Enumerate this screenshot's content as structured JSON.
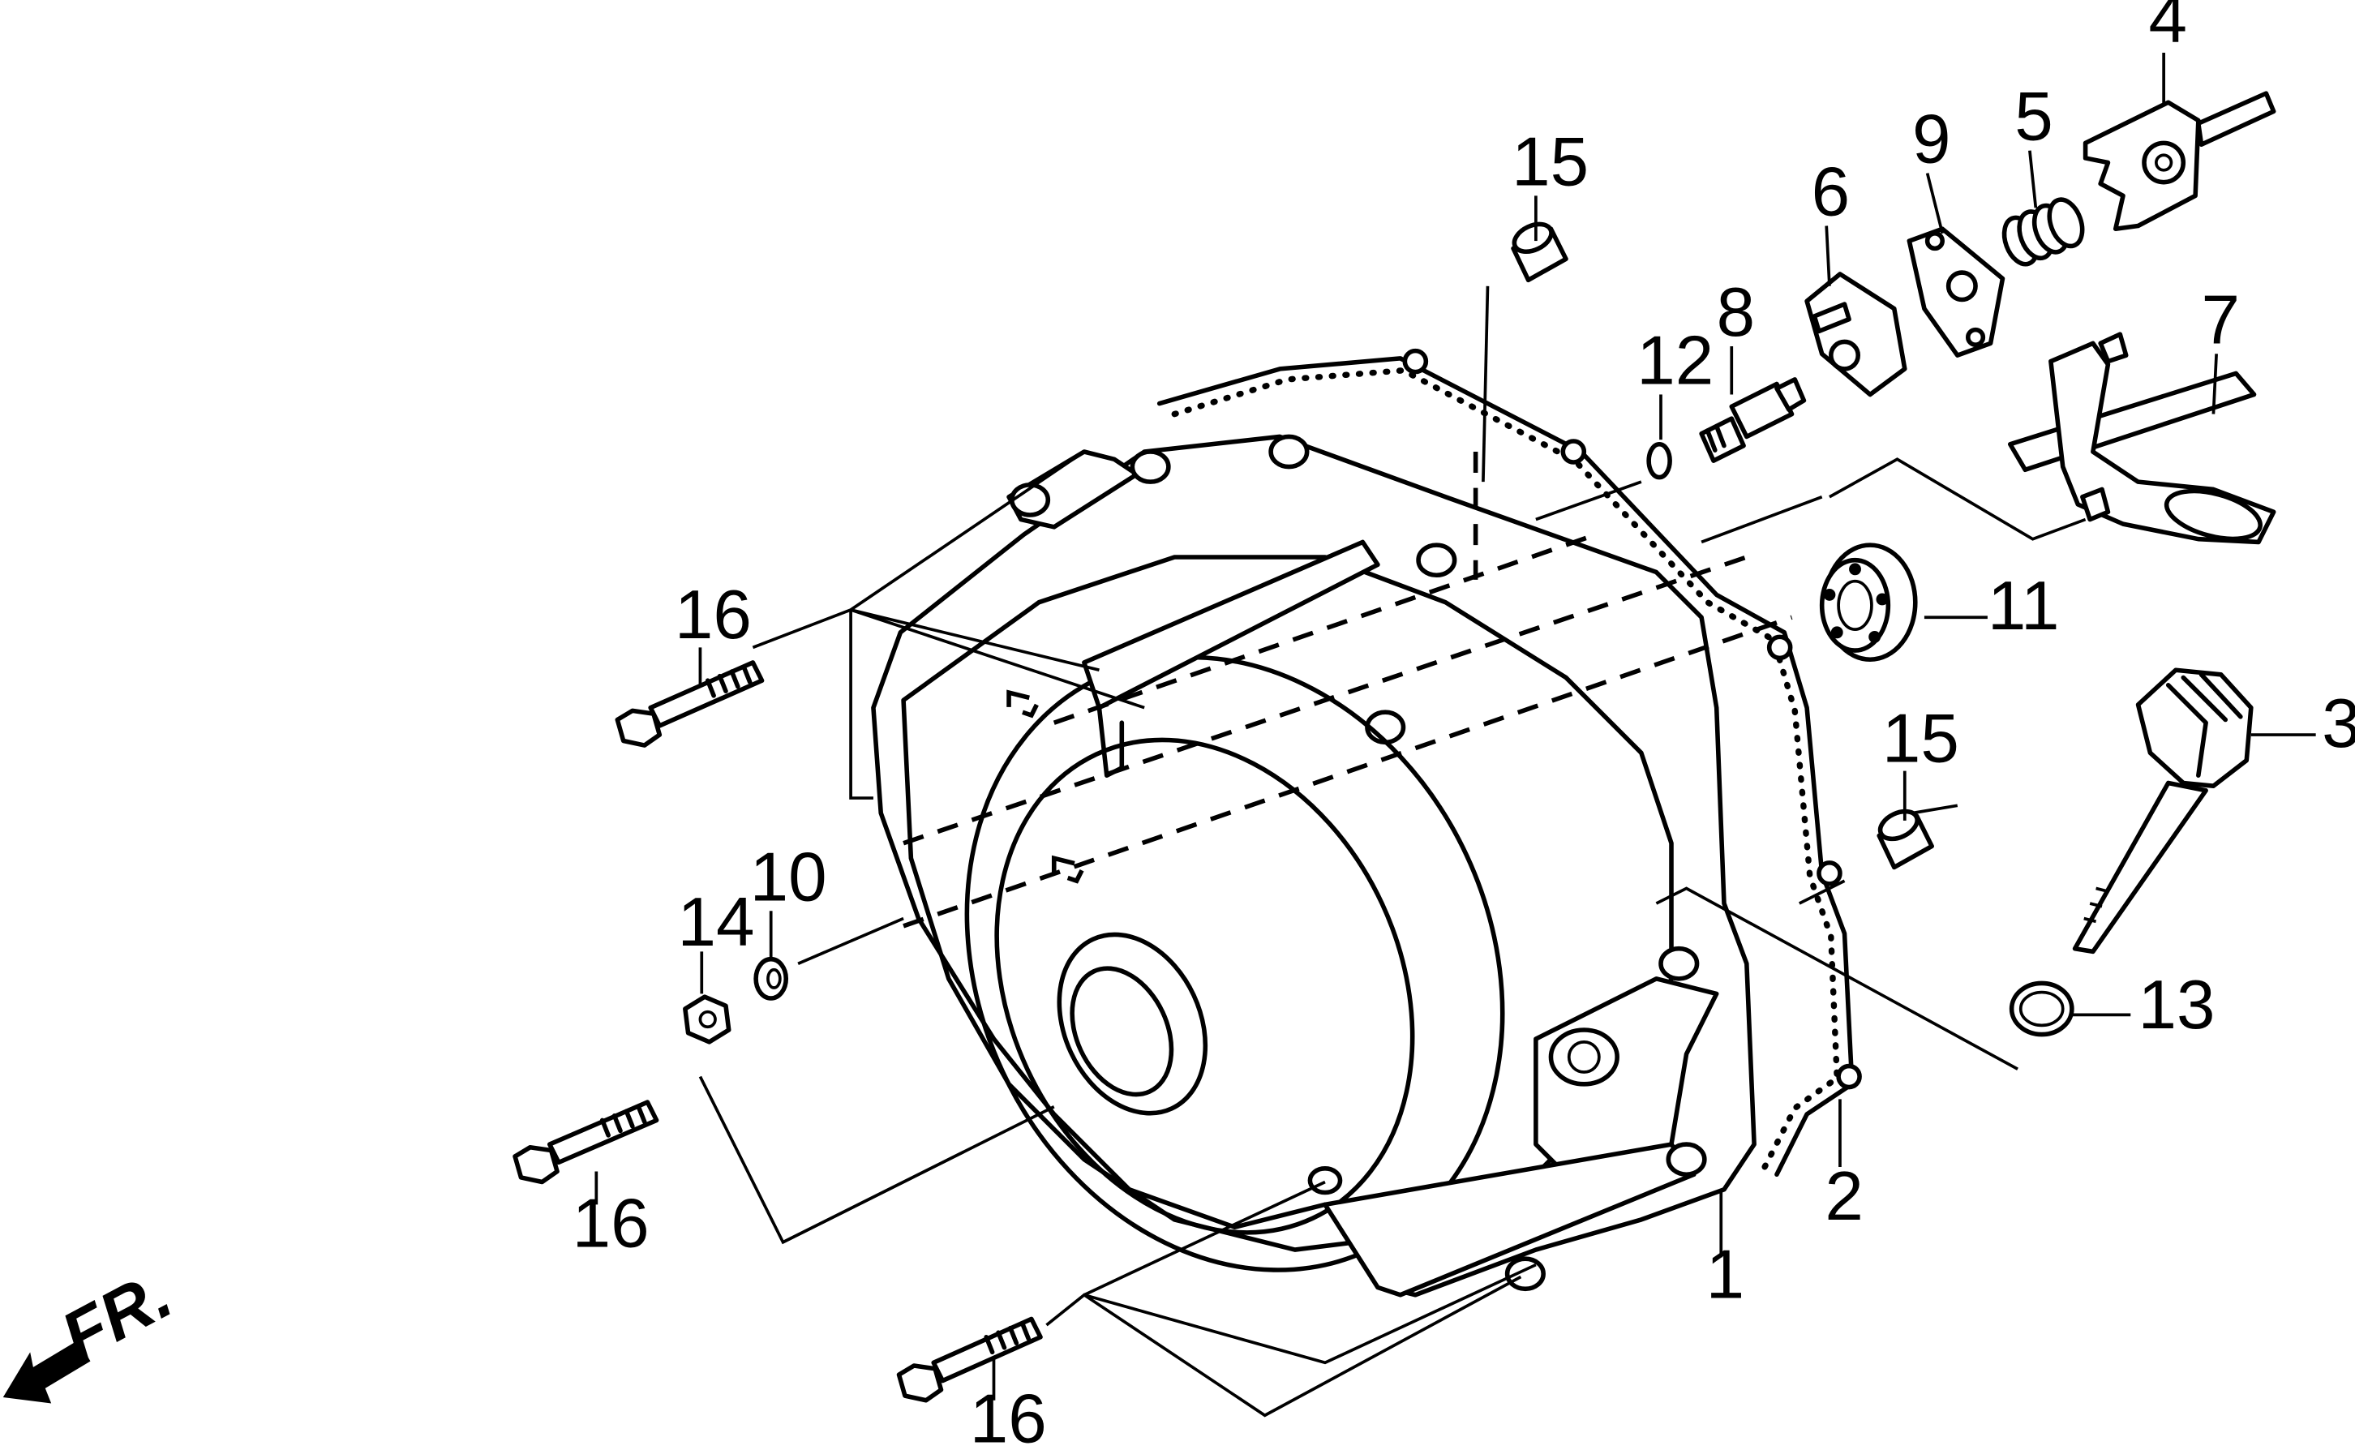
{
  "parts": {
    "p1": "1",
    "p2": "2",
    "p3": "3",
    "p4": "4",
    "p5": "5",
    "p6": "6",
    "p7": "7",
    "p8": "8",
    "p9": "9",
    "p10": "10",
    "p11": "11",
    "p12": "12",
    "p13": "13",
    "p14": "14",
    "p15a": "15",
    "p15b": "15",
    "p16a": "16",
    "p16b": "16",
    "p16c": "16"
  },
  "direction": {
    "label": "FR.",
    "icon": "front-direction-arrow-icon"
  }
}
